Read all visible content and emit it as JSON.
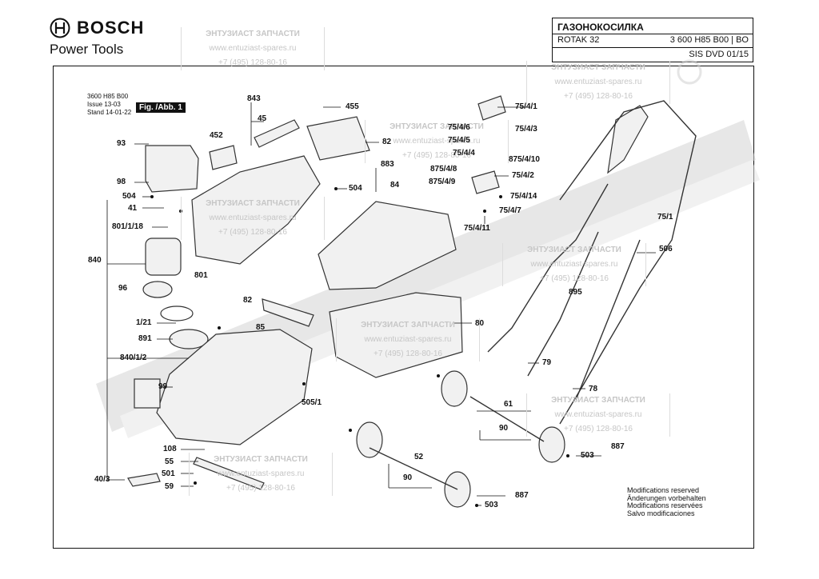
{
  "brand": {
    "name": "BOSCH",
    "subtitle": "Power Tools"
  },
  "titlebox": {
    "product": "ГАЗОНОКОСИЛКА",
    "model": "ROTAK 32",
    "part_number": "3 600 H85 B00 | BO",
    "dvd": "SIS DVD 01/15"
  },
  "meta": {
    "code": "3600 H85 B00",
    "issue_label": "Issue",
    "issue_value": "13-03",
    "stand_label": "Stand",
    "stand_value": "14-01-22"
  },
  "figure_label": "Fig. /Abb. 1",
  "modifications": [
    "Modifications reserved",
    "Änderungen vorbehalten",
    "Modifications reservées",
    "Salvo modificaciones"
  ],
  "watermark": {
    "title": "ЭНТУЗИАСТ ЗАПЧАСТИ",
    "url": "www.entuziast-spares.ru",
    "phone": "+7 (495) 128-80-16"
  },
  "part_labels": {
    "p843": "843",
    "p45": "45",
    "p455": "455",
    "p452": "452",
    "p93": "93",
    "p98": "98",
    "p82a": "82",
    "p883": "883",
    "p84": "84",
    "p504a": "504",
    "p504b": "504",
    "p41": "41",
    "p801_1_18": "801/1/18",
    "p840": "840",
    "p801": "801",
    "p96": "96",
    "p1_21": "1/21",
    "p891": "891",
    "p840_1_2": "840/1/2",
    "p82b": "82",
    "p85": "85",
    "p99": "99",
    "p505_1": "505/1",
    "p108": "108",
    "p55": "55",
    "p501": "501",
    "p40_3": "40/3",
    "p59": "59",
    "p80": "80",
    "p79": "79",
    "p78": "78",
    "p61": "61",
    "p90a": "90",
    "p90b": "90",
    "p52": "52",
    "p503a": "503",
    "p503b": "503",
    "p887a": "887",
    "p887b": "887",
    "p895": "895",
    "p506": "506",
    "p75_1": "75/1",
    "p75_4_1": "75/4/1",
    "p75_4_6": "75/4/6",
    "p75_4_3": "75/4/3",
    "p75_4_5": "75/4/5",
    "p75_4_4": "75/4/4",
    "p875_4_10": "875/4/10",
    "p875_4_8": "875/4/8",
    "p75_4_2": "75/4/2",
    "p875_4_9": "875/4/9",
    "p75_4_14": "75/4/14",
    "p75_4_7": "75/4/7",
    "p75_4_11": "75/4/11"
  },
  "colors": {
    "ink": "#111111",
    "watermark": "#c6c6c6",
    "stamp": "#d4d4d4",
    "figure_bg": "#111111"
  }
}
